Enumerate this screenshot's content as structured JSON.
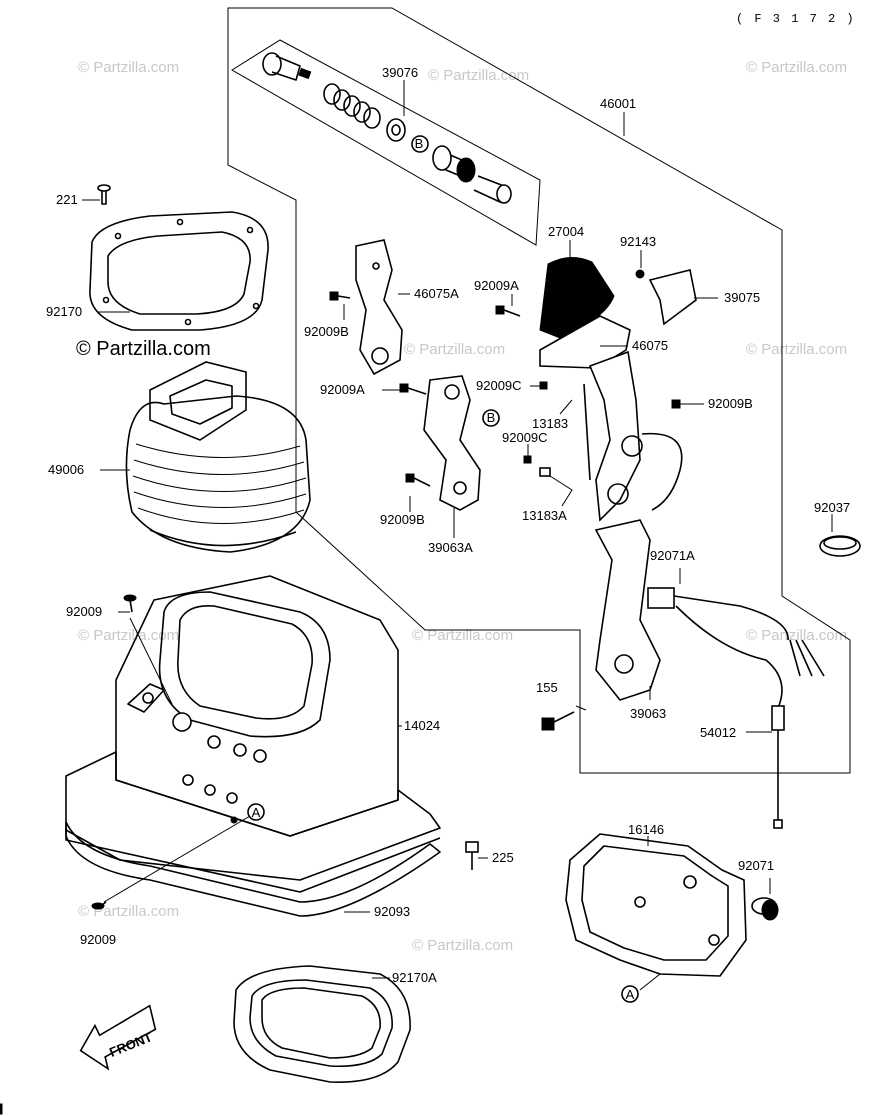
{
  "diagram": {
    "figure_code": "( F 3 1 7 2 )",
    "watermark_text": "© Partzilla.com",
    "watermark_main": "© Partzilla.com",
    "front_label": "FRONT",
    "callout_a": "A",
    "callout_b": "B"
  },
  "labels": {
    "p39076": "39076",
    "p46001": "46001",
    "p221": "221",
    "p92170": "92170",
    "p27004": "27004",
    "p92143": "92143",
    "p92009A_top": "92009A",
    "p46075A": "46075A",
    "p39075": "39075",
    "p92009B_left": "92009B",
    "p46075": "46075",
    "p92009A_mid": "92009A",
    "p92009C_a": "92009C",
    "p92009B_right": "92009B",
    "p13183": "13183",
    "p92009C_b": "92009C",
    "p49006": "49006",
    "p13183A": "13183A",
    "p92009B_low": "92009B",
    "p39063A": "39063A",
    "p92037": "92037",
    "p92071A": "92071A",
    "p92009_top": "92009",
    "p155": "155",
    "p39063": "39063",
    "p14024": "14024",
    "p54012": "54012",
    "p16146": "16146",
    "p225": "225",
    "p92071": "92071",
    "p92093": "92093",
    "p92009_low": "92009",
    "p92170A": "92170A"
  }
}
